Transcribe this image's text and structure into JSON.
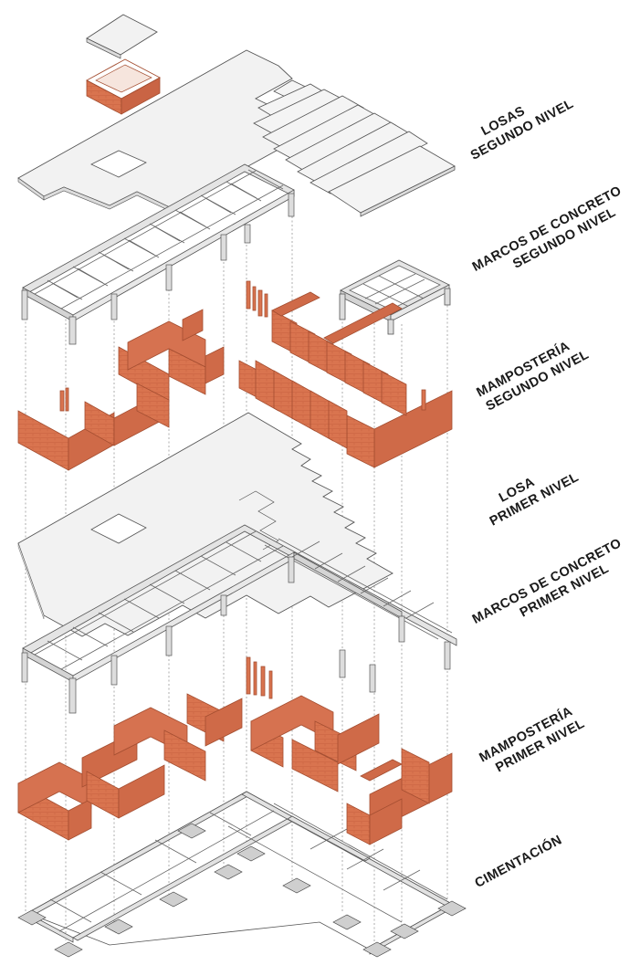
{
  "labels": {
    "losas_segundo": [
      "LOSAS",
      "SEGUNDO NIVEL"
    ],
    "marcos_segundo": [
      "MARCOS DE CONCRETO",
      "SEGUNDO NIVEL"
    ],
    "mamposteria_segundo": [
      "MAMPOSTERÍA",
      "SEGUNDO NIVEL"
    ],
    "losa_primer": [
      "LOSA",
      "PRIMER NIVEL"
    ],
    "marcos_primer": [
      "MARCOS DE CONCRETO",
      "PRIMER NIVEL"
    ],
    "mamposteria_primer": [
      "MAMPOSTERÍA",
      "PRIMER NIVEL"
    ],
    "cimentacion": [
      "CIMENTACIÓN"
    ]
  },
  "colors": {
    "brick": "#d9744f",
    "brick_dark": "#b95a3a",
    "slab": "#f2f2f2",
    "frame": "#e4e4e4",
    "line": "#555555",
    "guide": "#777777"
  }
}
